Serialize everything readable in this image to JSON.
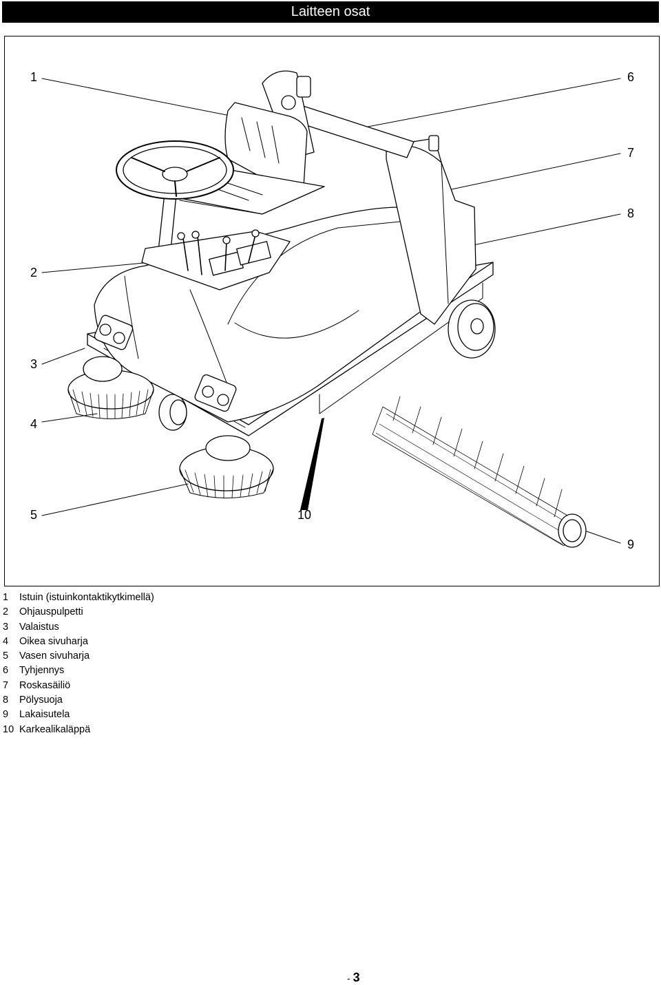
{
  "header": {
    "title": "Laitteen osat"
  },
  "figure": {
    "callouts": [
      "1",
      "2",
      "3",
      "4",
      "5",
      "6",
      "7",
      "8",
      "9",
      "10"
    ]
  },
  "legend": [
    {
      "num": "1",
      "text": "Istuin (istuinkontaktikytkimellä)"
    },
    {
      "num": "2",
      "text": "Ohjauspulpetti"
    },
    {
      "num": "3",
      "text": "Valaistus"
    },
    {
      "num": "4",
      "text": "Oikea sivuharja"
    },
    {
      "num": "5",
      "text": "Vasen sivuharja"
    },
    {
      "num": "6",
      "text": "Tyhjennys"
    },
    {
      "num": "7",
      "text": "Roskasäiliö"
    },
    {
      "num": "8",
      "text": "Pölysuoja"
    },
    {
      "num": "9",
      "text": "Lakaisutela"
    },
    {
      "num": "10",
      "text": "Karkealikaläppä"
    }
  ],
  "footer": {
    "dash": "-",
    "page": "3"
  }
}
